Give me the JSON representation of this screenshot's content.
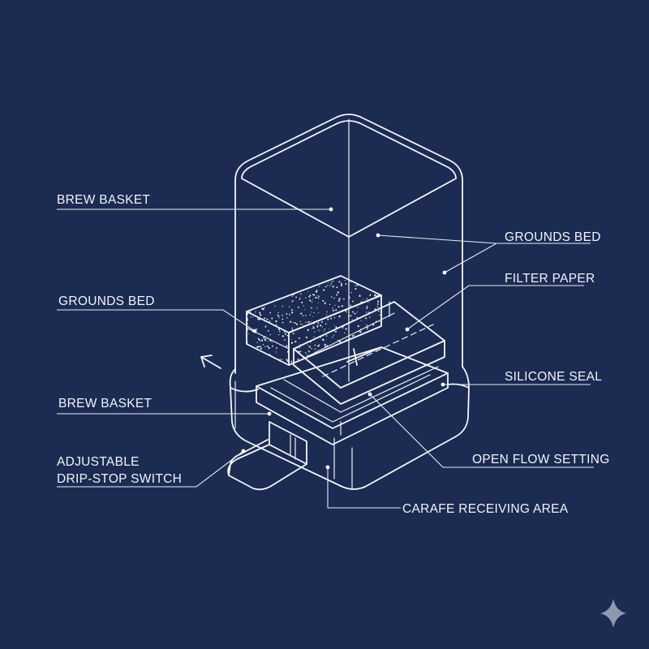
{
  "diagram": {
    "labels": {
      "brew_basket_top": "BREW BASKET",
      "grounds_bed_left": "GROUNDS BED",
      "brew_basket_lower": "BREW BASKET",
      "drip_stop_line1": "ADJUSTABLE",
      "drip_stop_line2": "DRIP-STOP SWITCH",
      "grounds_bed_right": "GROUNDS BED",
      "filter_paper": "FILTER PAPER",
      "silicone_seal": "SILICONE SEAL",
      "open_flow_setting": "OPEN FLOW SETTING",
      "carafe_receiving_area": "CARAFE RECEIVING AREA"
    }
  },
  "colors": {
    "background": "#1b2b52",
    "line": "#f4f6fa"
  },
  "icons": {
    "corner": "sparkle-icon",
    "arrow": "direction-arrow-icon"
  }
}
